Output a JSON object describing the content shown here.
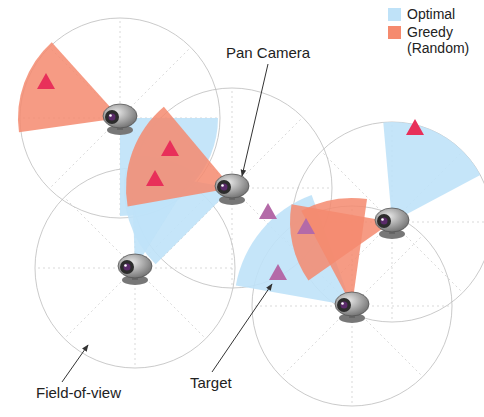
{
  "diagram": {
    "labels": [
      "Pan Camera",
      "Target",
      "Field-of-view"
    ],
    "legend": [
      {
        "text": "Optimal",
        "color": "#bfe2f8"
      },
      {
        "text": "Greedy (Random)",
        "color": "#f58a6e"
      }
    ]
  }
}
